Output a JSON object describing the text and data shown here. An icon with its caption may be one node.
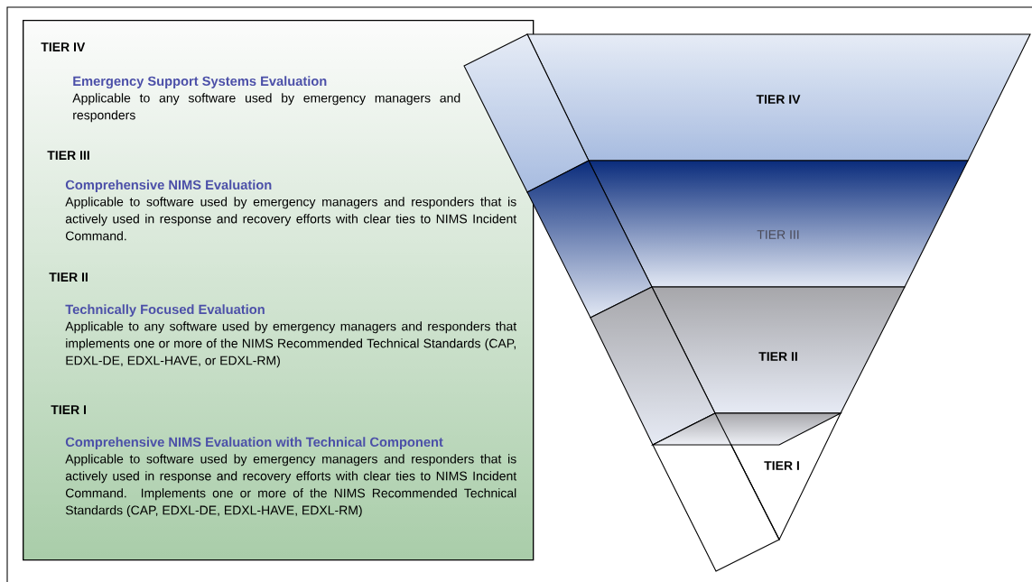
{
  "diagram": {
    "nodes": [
      {
        "text": [
          "TIER IV",
          "Emergency Support Systems Evaluation",
          "Applicable to any software used by emergency managers and responders",
          "TIER III",
          "Comprehensive NIMS Evaluation",
          "Applicable to software used by emergency managers and responders that is actively used in response and recovery efforts with clear ties to NIMS Incident Command.",
          "TIER II",
          "Technically Focused Evaluation",
          "Applicable to any software used by emergency managers and responders that implements one or more of the NIMS Recommended Technical Standards (CAP, EDXL-DE, EDXL-HAVE, or EDXL-RM)",
          "TIER I",
          "Comprehensive NIMS Evaluation with Technical Component",
          "Applicable to software used by emergency managers and responders that is actively used in response and recovery efforts with clear ties to NIMS Incident Command. Implements one or more of the NIMS Recommended Technical Standards (CAP, EDXL-DE, EDXL-HAVE, EDXL-RM)"
        ]
      },
      {
        "text": [
          "TIER IV"
        ]
      },
      {
        "text": [
          "TIER III"
        ]
      },
      {
        "text": [
          "TIER II"
        ]
      },
      {
        "text": [
          "TIER I"
        ]
      }
    ]
  }
}
